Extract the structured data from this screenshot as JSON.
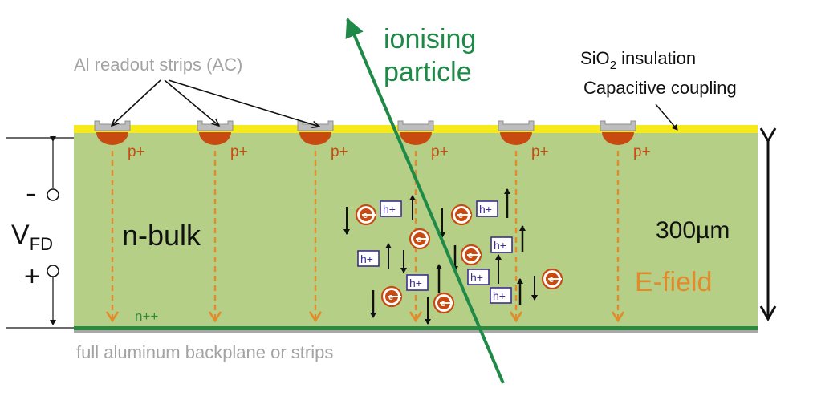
{
  "labels": {
    "readout_strips": "Al readout strips (AC)",
    "particle_line1": "ionising",
    "particle_line2": "particle",
    "sio2_prefix": "SiO",
    "sio2_sub": "2",
    "sio2_suffix": " insulation",
    "capacitive": "Capacitive coupling",
    "p_plus": "p+",
    "n_bulk": "n-bulk",
    "thickness": "300µm",
    "e_field": "E-field",
    "n_plus_plus": "n++",
    "backplane": "full aluminum backplane or strips",
    "v_main": "V",
    "v_sub": "FD",
    "minus": "-",
    "plus": "+",
    "hole": "h+",
    "electron": "e"
  },
  "colors": {
    "bulk": "#b5cf86",
    "oxide": "#f7ea1a",
    "implant": "#c84a10",
    "efield": "#e38a2a",
    "particle": "#1f8a47",
    "n_layer": "#2a8a3e",
    "aluminium": "#a8a8a8",
    "label_gray": "#a3a3a3",
    "hole_border": "#3b2f8f"
  },
  "strip_count": 6
}
